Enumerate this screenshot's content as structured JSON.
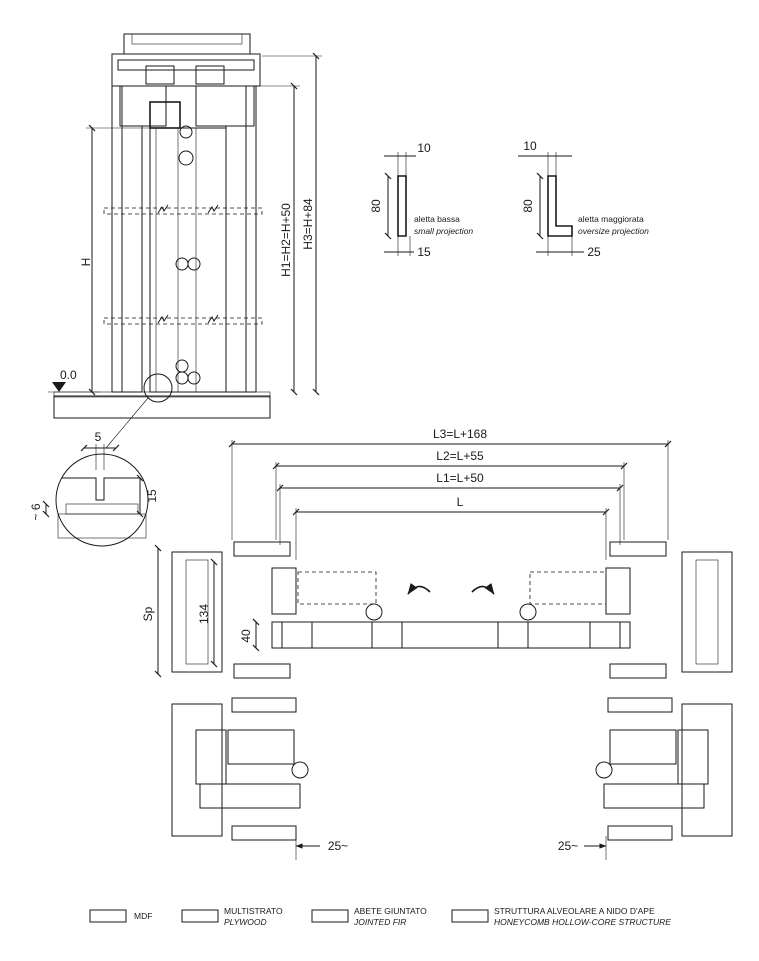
{
  "elevation": {
    "level_label": "0.0",
    "height_label": "H",
    "h1_h2_label": "H1=H2=H+50",
    "h3_label": "H3=H+84"
  },
  "floor_detail": {
    "groove_width": "5",
    "guide_height": "15",
    "clearance": "~ 6"
  },
  "fin_low": {
    "top_dim": "10",
    "height_dim": "80",
    "bottom_dim": "15",
    "name": "aletta bassa",
    "name_en": "small projection"
  },
  "fin_oversize": {
    "top_dim": "10",
    "height_dim": "80",
    "bottom_dim": "25",
    "name": "aletta maggiorata",
    "name_en": "oversize projection"
  },
  "plan": {
    "l3": "L3=L+168",
    "l2": "L2=L+55",
    "l1": "L1=L+50",
    "l": "L",
    "sp": "Sp",
    "depth_134": "134",
    "depth_40": "40",
    "offset_left": "25~",
    "offset_right": "25~"
  },
  "legend": [
    {
      "name": "MDF",
      "name_en": ""
    },
    {
      "name": "MULTISTRATO",
      "name_en": "PLYWOOD"
    },
    {
      "name": "ABETE GIUNTATO",
      "name_en": "JOINTED FIR"
    },
    {
      "name": "STRUTTURA ALVEOLARE A NIDO D'APE",
      "name_en": "HONEYCOMB HOLLOW-CORE STRUCTURE"
    }
  ]
}
